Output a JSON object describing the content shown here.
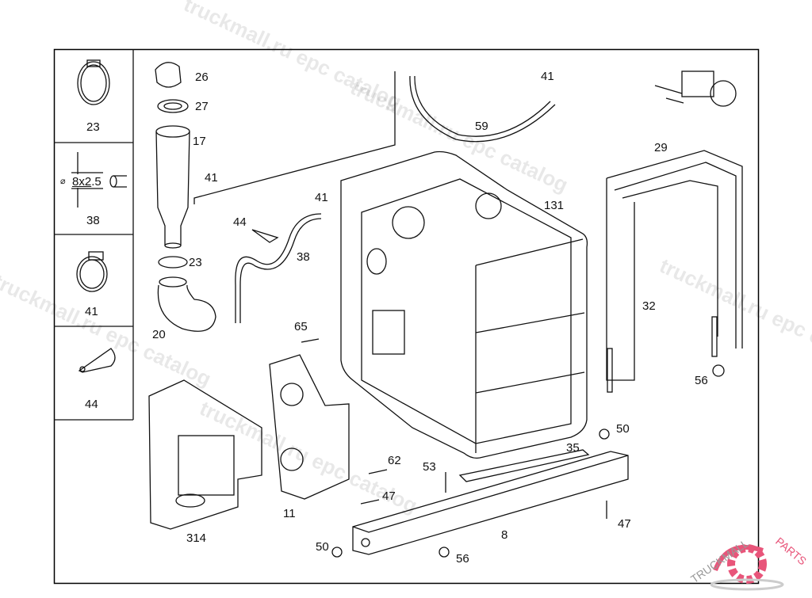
{
  "legend_boxes": [
    {
      "part": "23"
    },
    {
      "part": "38",
      "dimension_prefix": "⌀",
      "dimension": "8x2",
      "dimension_suffix": ".5"
    },
    {
      "part": "41"
    },
    {
      "part": "44"
    }
  ],
  "callouts": [
    "26",
    "27",
    "17",
    "41",
    "41",
    "41",
    "44",
    "38",
    "23",
    "20",
    "59",
    "131",
    "29",
    "32",
    "56",
    "65",
    "11",
    "62",
    "47",
    "53",
    "35",
    "50",
    "47",
    "8",
    "50",
    "56",
    "314"
  ],
  "watermark": "truckmall.ru epc catalog",
  "logo": {
    "text_left": "TRUCKMALL",
    "text_right": "PARTS",
    "accent": "#e8557a"
  },
  "colors": {
    "line": "#111111",
    "frame": "#000000"
  }
}
